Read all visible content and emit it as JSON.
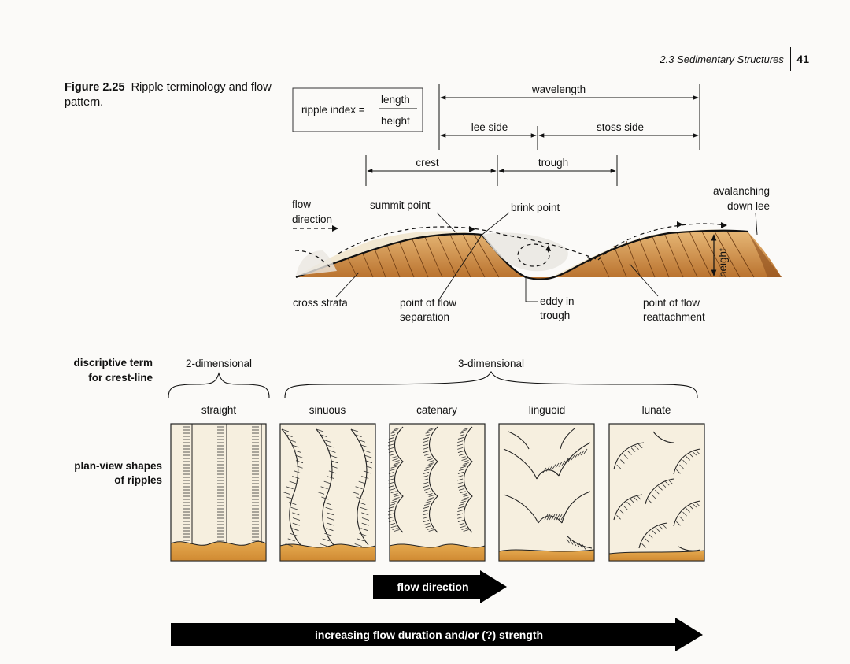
{
  "running_head": {
    "section": "2.3 Sedimentary Structures",
    "page": "41"
  },
  "caption": {
    "figure_label": "Figure 2.25",
    "text": "Ripple terminology and flow pattern."
  },
  "ripple_index": {
    "lhs": "ripple index =",
    "numerator": "length",
    "denominator": "height"
  },
  "dimensions": {
    "wavelength": "wavelength",
    "lee_side": "lee side",
    "stoss_side": "stoss side",
    "crest": "crest",
    "trough": "trough"
  },
  "profile_labels": {
    "flow_direction": [
      "flow",
      "direction"
    ],
    "summit_point": "summit point",
    "brink_point": "brink point",
    "avalanching": [
      "avalanching",
      "down lee"
    ],
    "height": "height",
    "cross_strata": "cross strata",
    "flow_separation": [
      "point of flow",
      "separation"
    ],
    "eddy": [
      "eddy in",
      "trough"
    ],
    "reattachment": [
      "point of flow",
      "reattachment"
    ]
  },
  "plan_view": {
    "descriptive_term": [
      "discriptive term",
      "for crest-line"
    ],
    "plan_shapes": [
      "plan-view shapes",
      "of ripples"
    ],
    "group_2d": "2-dimensional",
    "group_3d": "3-dimensional",
    "shapes": [
      "straight",
      "sinuous",
      "catenary",
      "linguoid",
      "lunate"
    ]
  },
  "arrows": {
    "flow_direction": "flow direction",
    "increasing": "increasing flow duration and/or (?) strength"
  },
  "colors": {
    "sand_light": "#f1e6cf",
    "sand_dark": "#c8843c",
    "panel_fill": "#f6efdf",
    "arrow": "#000000"
  }
}
